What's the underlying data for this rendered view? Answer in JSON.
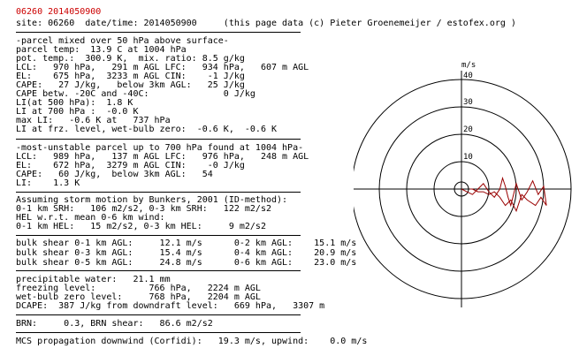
{
  "colors": {
    "header": "#cc0000",
    "hodograph": "#990000",
    "text": "#000000"
  },
  "header": {
    "title": "06260 2014050900",
    "site_line": "site: 06260  date/time: 2014050900     (this page data (c) Pieter Groenemeijer / estofex.org )"
  },
  "mixed_parcel": [
    "-parcel mixed over 50 hPa above surface-",
    "parcel temp:  13.9 C at 1004 hPa",
    "pot. temp.:  300.9 K,  mix. ratio: 8.5 g/kg",
    "LCL:   970 hPa,   291 m AGL LFC:   934 hPa,   607 m AGL",
    "EL:    675 hPa,  3233 m AGL CIN:    -1 J/kg",
    "CAPE:   27 J/kg,   below 3km AGL:   25 J/kg",
    "CAPE betw. -20C and -40C:              0 J/kg",
    "LI(at 500 hPa):  1.8 K",
    "LI at 700 hPa :  -0.0 K",
    "max LI:   -0.6 K at   737 hPa",
    "LI at frz. level, wet-bulb zero:  -0.6 K,  -0.6 K"
  ],
  "unstable_parcel": [
    "-most-unstable parcel up to 700 hPa found at 1004 hPa-",
    "LCL:   989 hPa,   137 m AGL LFC:   976 hPa,   248 m AGL",
    "EL:    672 hPa,  3279 m AGL CIN:    -0 J/kg",
    "CAPE:   60 J/kg,  below 3km AGL:   54",
    "LI:    1.3 K"
  ],
  "storm_motion": [
    "Assuming storm motion by Bunkers, 2001 (ID-method):",
    "0-1 km SRH:   106 m2/s2, 0-3 km SRH:   122 m2/s2",
    "HEL w.r.t. mean 0-6 km wind:",
    "0-1 km HEL:   15 m2/s2, 0-3 km HEL:     9 m2/s2"
  ],
  "bulk_shear": [
    "bulk shear 0-1 km AGL:     12.1 m/s      0-2 km AGL:    15.1 m/s",
    "bulk shear 0-3 km AGL:     15.4 m/s      0-4 km AGL:    20.9 m/s",
    "bulk shear 0-5 km AGL:     24.8 m/s      0-6 km AGL:    23.0 m/s"
  ],
  "moisture": [
    "precipitable water:   21.1 mm",
    "freezing level:          766 hPa,   2224 m AGL",
    "wet-bulb zero level:     768 hPa,   2204 m AGL",
    "DCAPE:  387 J/kg from downdraft level:   669 hPa,   3307 m"
  ],
  "brn": "BRN:     0.3, BRN shear:   86.6 m2/s2",
  "mcs": "MCS propagation downwind (Corfidi):   19.3 m/s, upwind:    0.0 m/s",
  "hodograph": {
    "unit": "m/s",
    "ring_labels": [
      "10",
      "20",
      "30",
      "40"
    ],
    "ring_values": [
      10,
      20,
      30,
      40
    ],
    "wind_points": [
      [
        0,
        0
      ],
      [
        2,
        -1
      ],
      [
        4,
        -2
      ],
      [
        6,
        0
      ],
      [
        8,
        2
      ],
      [
        10,
        -1
      ],
      [
        12,
        -3
      ],
      [
        14,
        0
      ],
      [
        15,
        4
      ],
      [
        16,
        1
      ],
      [
        17,
        -3
      ],
      [
        18,
        -6
      ],
      [
        19,
        -2
      ],
      [
        20,
        2
      ],
      [
        22,
        -4
      ],
      [
        24,
        -1
      ],
      [
        26,
        3
      ],
      [
        28,
        -2
      ],
      [
        30,
        1
      ],
      [
        31,
        -6
      ],
      [
        29,
        -3
      ],
      [
        27,
        -6
      ],
      [
        24,
        -4
      ],
      [
        22,
        -2
      ],
      [
        20,
        -8
      ],
      [
        18,
        -4
      ],
      [
        16,
        -6
      ],
      [
        14,
        -3
      ],
      [
        12,
        -1
      ],
      [
        10,
        -2
      ],
      [
        8,
        -1
      ],
      [
        6,
        -1
      ],
      [
        4,
        0
      ],
      [
        3,
        0
      ]
    ]
  }
}
